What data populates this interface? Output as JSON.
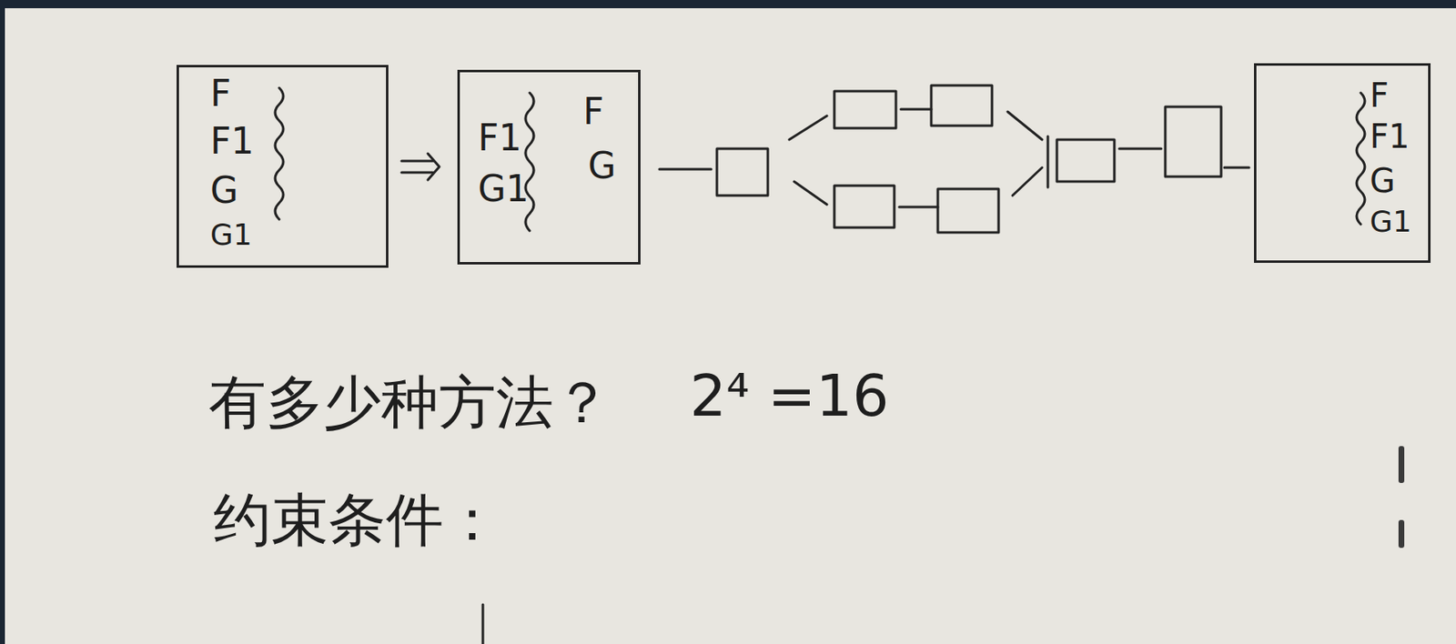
{
  "diagram": {
    "nodes": [
      {
        "text": [
          "F",
          "F1",
          "G",
          "G1"
        ]
      },
      {
        "text": [
          "F1",
          "G1",
          "F",
          "G"
        ]
      },
      {
        "text": [
          "F",
          "F1",
          "G",
          "G1"
        ]
      }
    ],
    "edges": [
      {
        "from": 0,
        "to": 1,
        "arrow": "to"
      }
    ],
    "labels": [
      "有多少种方法？",
      "2⁴ =16",
      "约束条件："
    ]
  }
}
